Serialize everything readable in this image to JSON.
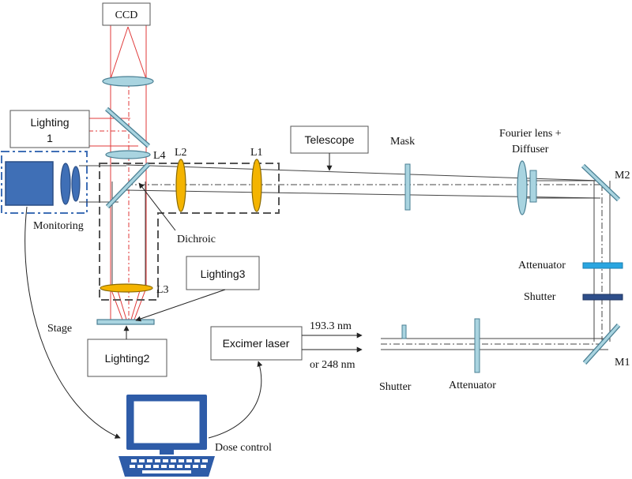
{
  "labels": {
    "ccd": "CCD",
    "lighting1_line1": "Lighting",
    "lighting1_line2": "1",
    "lighting2": "Lighting2",
    "lighting3": "Lighting3",
    "monitoring": "Monitoring",
    "stage": "Stage",
    "dichroic": "Dichroic",
    "l1": "L1",
    "l2": "L2",
    "l3": "L3",
    "l4": "L4",
    "telescope": "Telescope",
    "mask": "Mask",
    "fourier_line1": "Fourier lens +",
    "fourier_line2": "Diffuser",
    "m1": "M1",
    "m2": "M2",
    "attenuator_right": "Attenuator",
    "shutter_right": "Shutter",
    "excimer_laser": "Excimer laser",
    "wavelength_1": "193.3 nm",
    "wavelength_2": "or 248 nm",
    "shutter_bottom": "Shutter",
    "attenuator_bottom": "Attenuator",
    "dose_control": "Dose control"
  },
  "colors": {
    "optic_fill": "#a9d4e0",
    "optic_stroke": "#4a7f93",
    "lens_yellow": "#f4b400",
    "lens_yellow_stroke": "#8a6a00",
    "monitor_blue": "#3f6fb6",
    "monitor_stroke": "#2a4e86",
    "attenuator_cyan": "#2aa5e0",
    "shutter_navy": "#2e4e8a",
    "ray_red": "#e03a3a",
    "dashed_box": "#555555",
    "line": "#333333"
  }
}
